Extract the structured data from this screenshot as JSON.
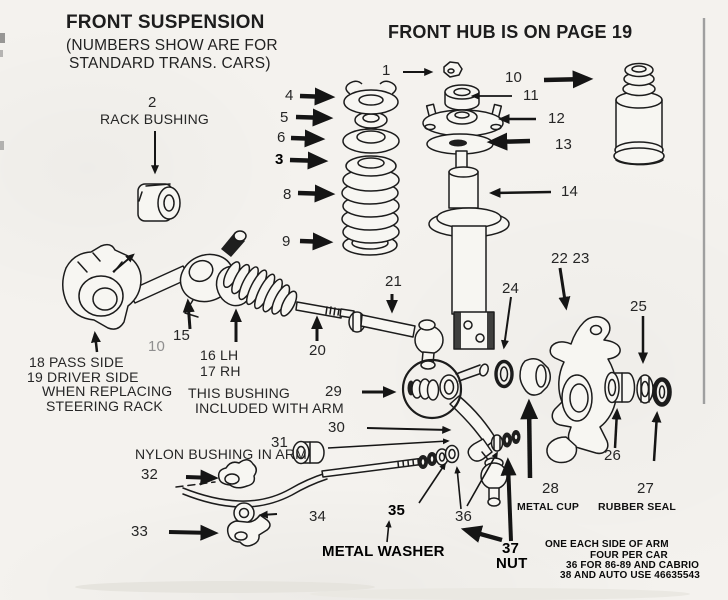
{
  "colors": {
    "ink": "#262626",
    "bold_ink": "#000000",
    "paper": "#f4f2ee",
    "ghost": "#8f8f8f"
  },
  "titles": {
    "main": "FRONT SUSPENSION",
    "sub1": "(NUMBERS SHOW ARE FOR",
    "sub2": "STANDARD TRANS. CARS)",
    "right": "FRONT HUB IS ON PAGE 19"
  },
  "labels": {
    "c1": "1",
    "c2": "2",
    "c3": "3",
    "c4": "4",
    "c5": "5",
    "c6": "6",
    "c8": "8",
    "c9": "9",
    "c10": "10",
    "c10_ghost": "10",
    "c11": "11",
    "c12": "12",
    "c13": "13",
    "c14": "14",
    "c15": "15",
    "c16lh": "16 LH",
    "c17rh": "17 RH",
    "c18": "18 PASS SIDE",
    "c19": "19 DRIVER SIDE",
    "c19b": "WHEN REPLACING",
    "c19c": "STEERING RACK",
    "c20": "20",
    "c21": "21",
    "c22_23": "22 23",
    "c24": "24",
    "c25": "25",
    "c26": "26",
    "c27": "27",
    "c27_label": "RUBBER SEAL",
    "c28": "28",
    "c28_label": "METAL CUP",
    "c29": "29",
    "c29_label1": "THIS BUSHING",
    "c29_label2": "INCLUDED WITH ARM",
    "c30": "30",
    "c31": "31",
    "c31_label": "NYLON BUSHING IN ARM",
    "c32": "32",
    "c33": "33",
    "c34": "34",
    "c35": "35",
    "c35_label": "METAL WASHER",
    "c36": "36",
    "c37": "37",
    "c37_label": "NUT",
    "rack_bushing": "RACK BUSHING",
    "note1": "ONE EACH SIDE OF ARM",
    "note2": "FOUR PER CAR",
    "note3": "36 FOR 86-89 AND CABRIO",
    "note4": "38 AND AUTO USE 46635543"
  }
}
